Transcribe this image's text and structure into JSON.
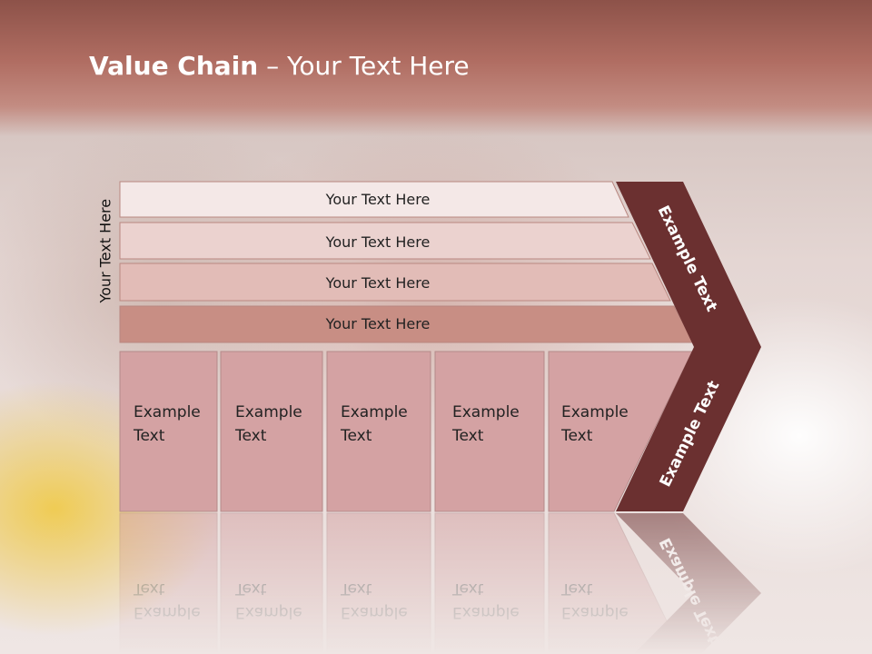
{
  "slide": {
    "title_bold": "Value Chain",
    "title_rest": " – Your Text Here",
    "side_label": "Your Text Here"
  },
  "bars": [
    {
      "label": "Your Text Here",
      "color": "#f4e8e7"
    },
    {
      "label": "Your Text Here",
      "color": "#ebd2cf"
    },
    {
      "label": "Your Text Here",
      "color": "#e2bcb7"
    },
    {
      "label": "Your Text Here",
      "color": "#c88e84"
    }
  ],
  "boxes": [
    {
      "line1": "Example",
      "line2": "Text"
    },
    {
      "line1": "Example",
      "line2": "Text"
    },
    {
      "line1": "Example",
      "line2": "Text"
    },
    {
      "line1": "Example",
      "line2": "Text"
    },
    {
      "line1": "Example",
      "line2": "Text"
    }
  ],
  "chevron": {
    "upper_label": "Example Text",
    "lower_label": "Example Text",
    "color": "#6b3030"
  },
  "colors": {
    "box_fill": "#d4a2a3",
    "header": "#b06d62"
  }
}
